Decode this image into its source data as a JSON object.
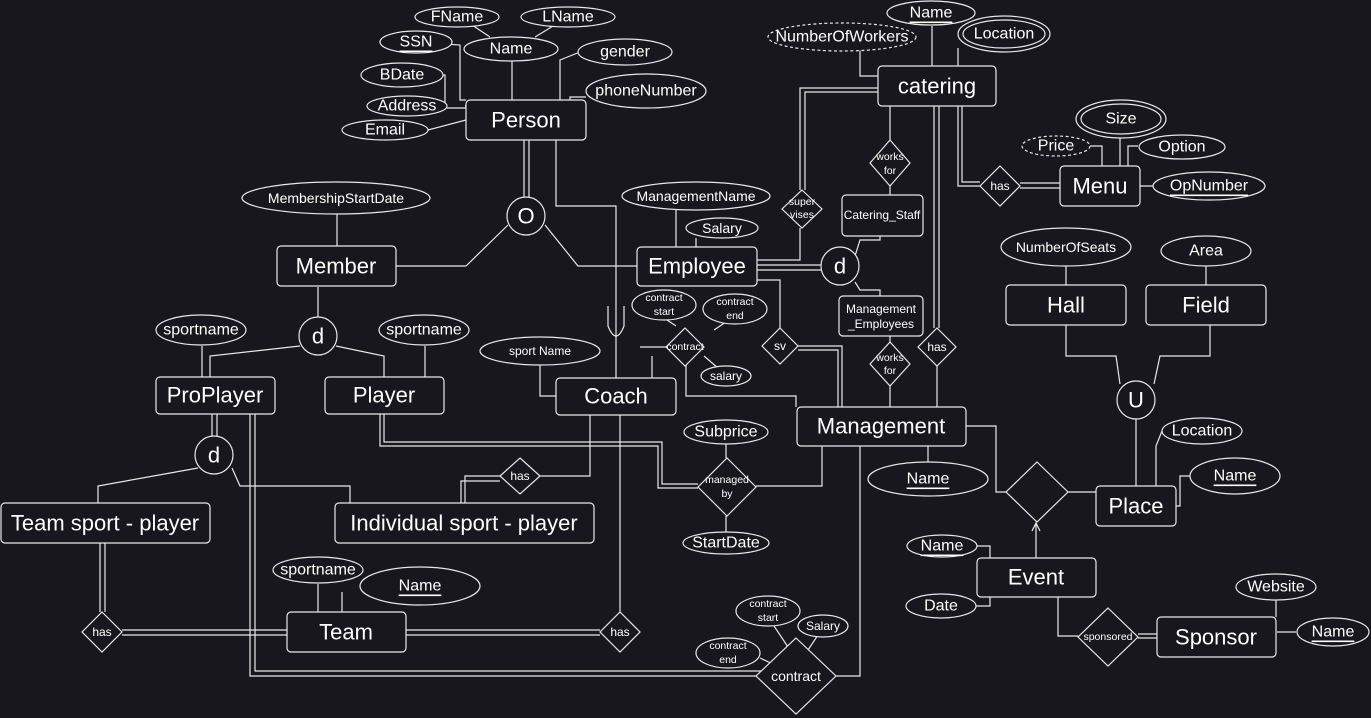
{
  "entities": {
    "person": "Person",
    "member": "Member",
    "employee": "Employee",
    "catering": "catering",
    "menu": "Menu",
    "catering_staff": "Catering_Staff",
    "management_employees_1": "Management",
    "management_employees_2": "_Employees",
    "proplayer": "ProPlayer",
    "player": "Player",
    "coach": "Coach",
    "management": "Management",
    "hall": "Hall",
    "field": "Field",
    "team_sport_player": "Team sport - player",
    "individual_sport_player": "Individual sport - player",
    "team": "Team",
    "event": "Event",
    "place": "Place",
    "sponsor": "Sponsor"
  },
  "attributes": {
    "fname": "FName",
    "lname": "LName",
    "ssn": "SSN",
    "name": "Name",
    "gender": "gender",
    "bdate": "BDate",
    "phone": "phoneNumber",
    "address": "Address",
    "email": "Email",
    "membership_start": "MembershipStartDate",
    "management_name": "ManagementName",
    "salary": "Salary",
    "number_of_workers": "NumberOfWorkers",
    "catering_name": "Name",
    "catering_location": "Location",
    "size": "Size",
    "price": "Price",
    "option": "Option",
    "opnumber": "OpNumber",
    "sportname_pro": "sportname",
    "sportname_player": "sportname",
    "sport_name_coach": "sport Name",
    "contract_start_1": "contract",
    "contract_start_2": "start",
    "contract_end_1": "contract",
    "contract_end_2": "end",
    "coach_salary": "salary",
    "subprice": "Subprice",
    "start_date": "StartDate",
    "mgmt_name": "Name",
    "number_of_seats": "NumberOfSeats",
    "area": "Area",
    "place_location": "Location",
    "place_name": "Name",
    "team_sportname": "sportname",
    "team_name": "Name",
    "event_name": "Name",
    "event_date": "Date",
    "website": "Website",
    "sponsor_name": "Name",
    "c2_start_1": "contract",
    "c2_start_2": "start",
    "c2_salary": "Salary",
    "c2_end_1": "contract",
    "c2_end_2": "end"
  },
  "relationships": {
    "works_for_1_a": "works",
    "works_for_1_b": "for",
    "supervises_a": "super",
    "supervises_b": "vises",
    "has_menu": "has",
    "sv": "sv",
    "contract_small": "contract",
    "works_for_2_a": "works",
    "works_for_2_b": "for",
    "has_catering_mgmt": "has",
    "managed_by_a": "managed",
    "managed_by_b": "by",
    "has_individual": "has",
    "has_team_left": "has",
    "has_team_right": "has",
    "contract_big": "contract",
    "sponsored": "sponsored"
  },
  "specializations": {
    "overlap_person": "O",
    "disjoint_employee": "d",
    "disjoint_member": "d",
    "disjoint_proplayer": "d",
    "union_place": "U"
  }
}
